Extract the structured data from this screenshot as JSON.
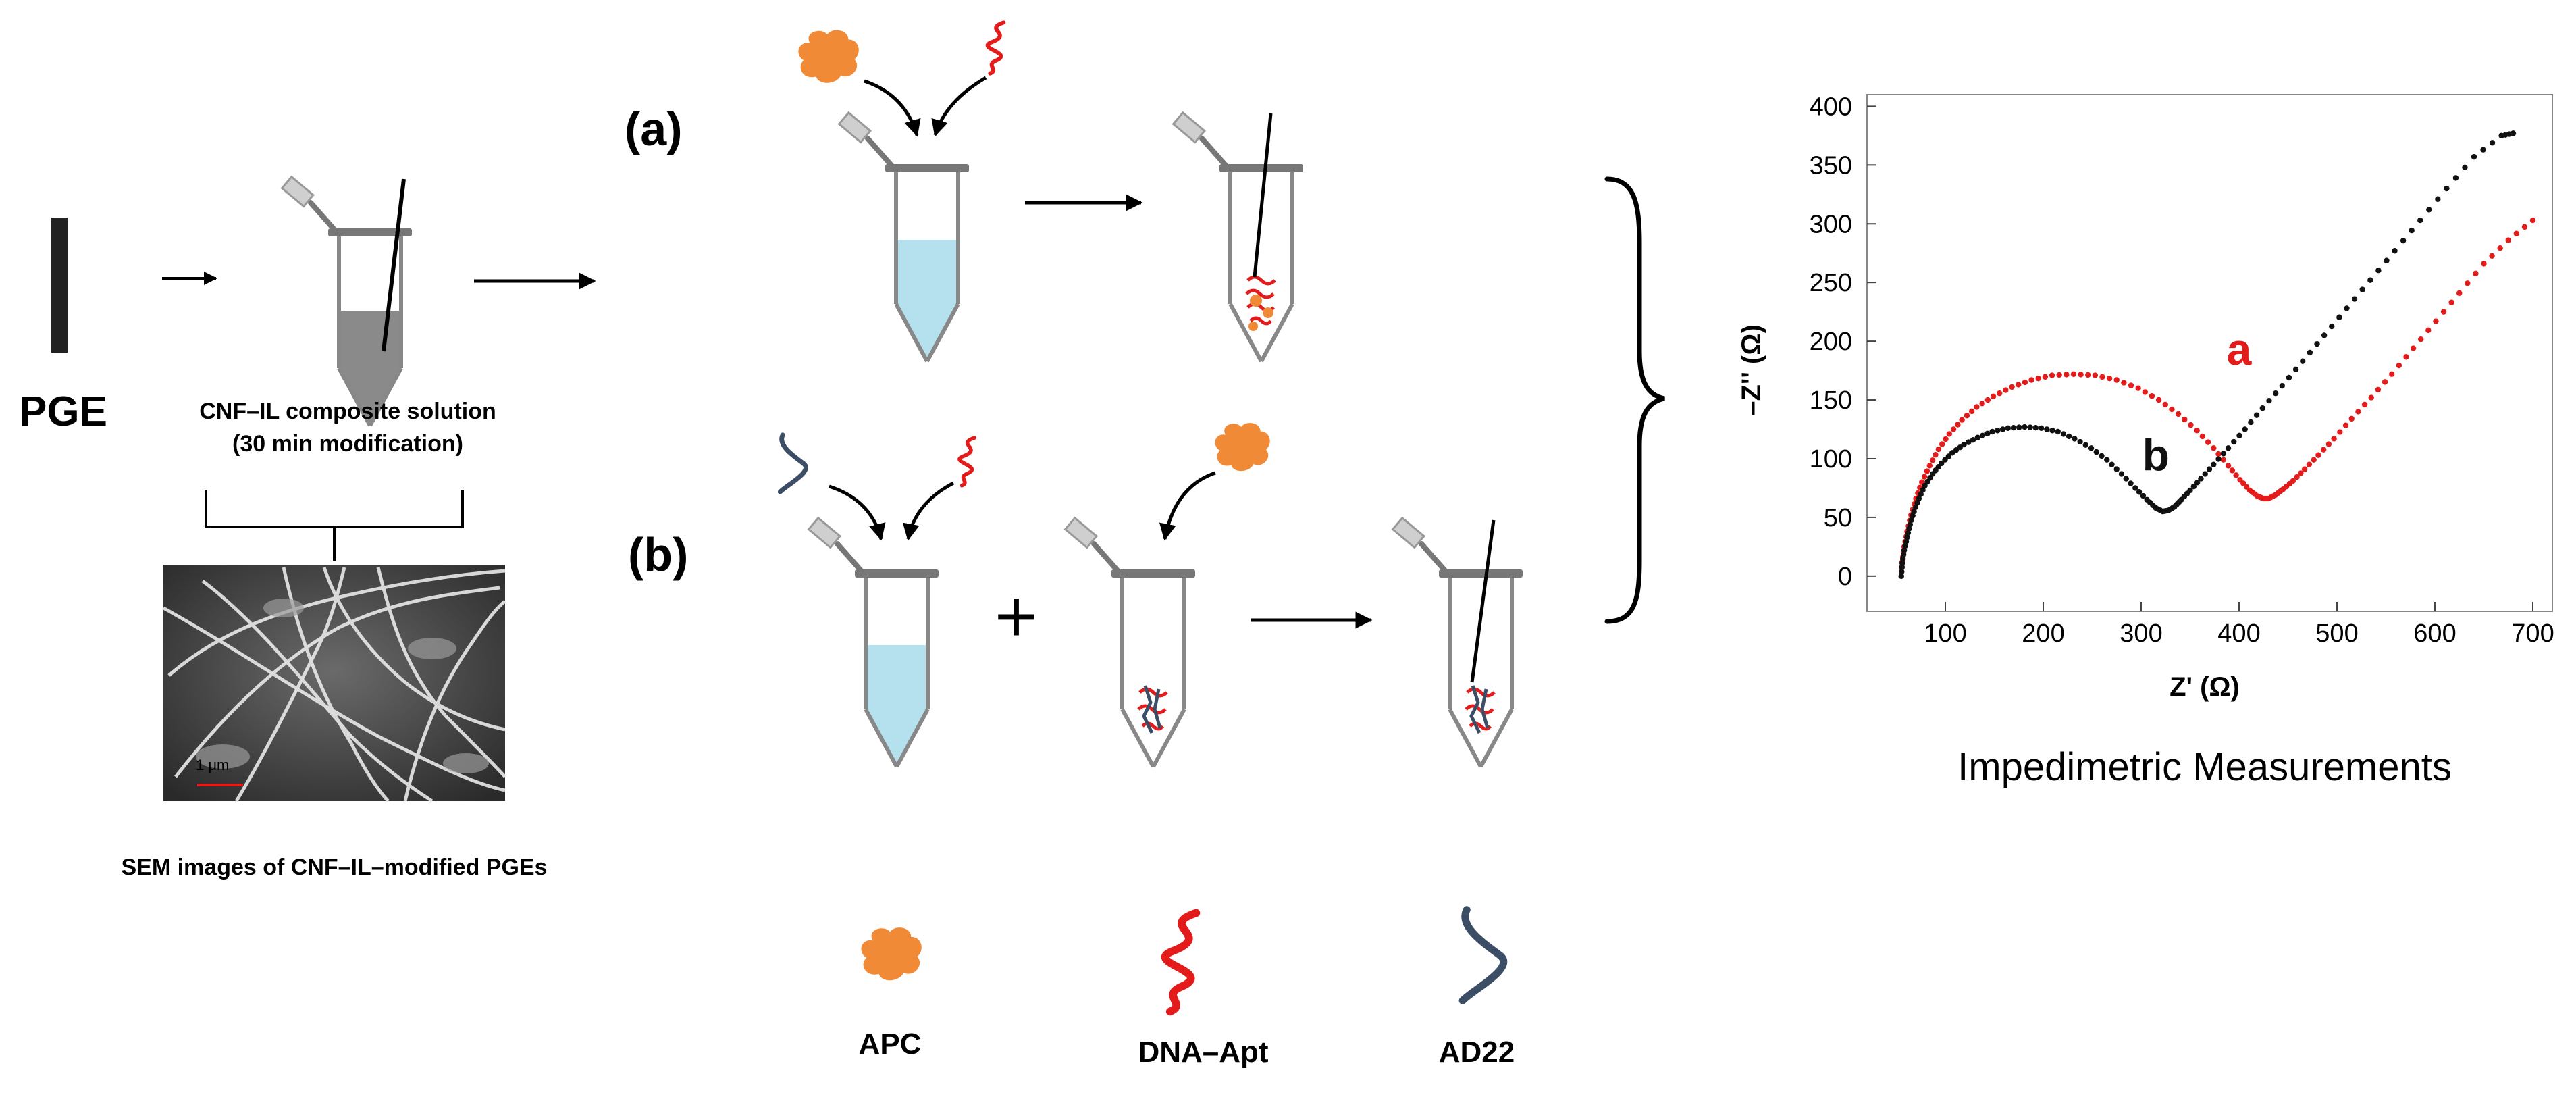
{
  "electrode": {
    "label": "PGE"
  },
  "composite": {
    "line1": "CNF–IL composite solution",
    "line2": "(30 min modification)"
  },
  "sem": {
    "caption": "SEM images of CNF–IL–modified PGEs",
    "scale_label": "1 μm"
  },
  "routes": {
    "a": "(a)",
    "b": "(b)"
  },
  "legend": {
    "apc": "APC",
    "aptamer": "DNA–Apt",
    "ad22": "AD22"
  },
  "plus_sign": "+",
  "icons": {
    "electrode": "pencil-graphite-electrode-icon",
    "tube": "eppendorf-tube-icon",
    "apc": "apc-protein-blob-icon",
    "aptamer": "dna-aptamer-strand-icon",
    "ad22": "ad22-strand-icon"
  },
  "colors": {
    "apc": "#f08a36",
    "aptamer": "#e31b1b",
    "ad22": "#3c4d66",
    "solution": "#b5e0ee",
    "series_a": "#e31b1b",
    "series_b": "#111111"
  },
  "chart_data": {
    "type": "scatter",
    "title": "Impedimetric Measurements",
    "xlabel": "Z' (Ω)",
    "ylabel": "–Z'' (Ω)",
    "xlim": [
      20,
      720
    ],
    "ylim": [
      -30,
      410
    ],
    "xticks": [
      100,
      200,
      300,
      400,
      500,
      600,
      700
    ],
    "yticks": [
      0,
      50,
      100,
      150,
      200,
      250,
      300,
      350,
      400
    ],
    "grid": false,
    "series": [
      {
        "name": "a",
        "color": "#e31b1b",
        "label_at": [
          400,
          180
        ],
        "x": [
          55,
          56,
          58,
          61,
          65,
          70,
          76,
          84,
          93,
          104,
          117,
          132,
          149,
          168,
          188,
          209,
          231,
          253,
          275,
          297,
          318,
          338,
          357,
          374,
          389,
          401,
          411,
          419,
          425,
          430,
          437,
          445,
          455,
          467,
          481,
          497,
          515,
          535,
          556,
          578,
          601,
          625,
          650,
          675,
          700
        ],
        "y": [
          0,
          12,
          25,
          38,
          52,
          66,
          80,
          94,
          108,
          121,
          133,
          144,
          153,
          161,
          167,
          171,
          172,
          171,
          167,
          160,
          150,
          138,
          124,
          109,
          94,
          82,
          73,
          68,
          66,
          66,
          69,
          74,
          81,
          91,
          103,
          117,
          134,
          152,
          172,
          194,
          217,
          241,
          266,
          286,
          303
        ]
      },
      {
        "name": "b",
        "color": "#111111",
        "label_at": [
          315,
          90
        ],
        "x": [
          55,
          56,
          58,
          61,
          64,
          68,
          73,
          79,
          87,
          96,
          107,
          119,
          133,
          148,
          164,
          181,
          198,
          215,
          232,
          249,
          265,
          280,
          294,
          306,
          315,
          322,
          328,
          334,
          341,
          350,
          361,
          374,
          389,
          406,
          424,
          444,
          465,
          487,
          510,
          534,
          559,
          585,
          612,
          640,
          668,
          680
        ],
        "y": [
          0,
          11,
          22,
          33,
          44,
          55,
          66,
          77,
          87,
          96,
          105,
          112,
          118,
          123,
          126,
          127,
          126,
          123,
          117,
          109,
          99,
          87,
          75,
          65,
          58,
          55,
          56,
          59,
          65,
          73,
          83,
          95,
          109,
          125,
          143,
          162,
          183,
          205,
          228,
          252,
          277,
          303,
          330,
          357,
          375,
          377
        ]
      }
    ]
  }
}
